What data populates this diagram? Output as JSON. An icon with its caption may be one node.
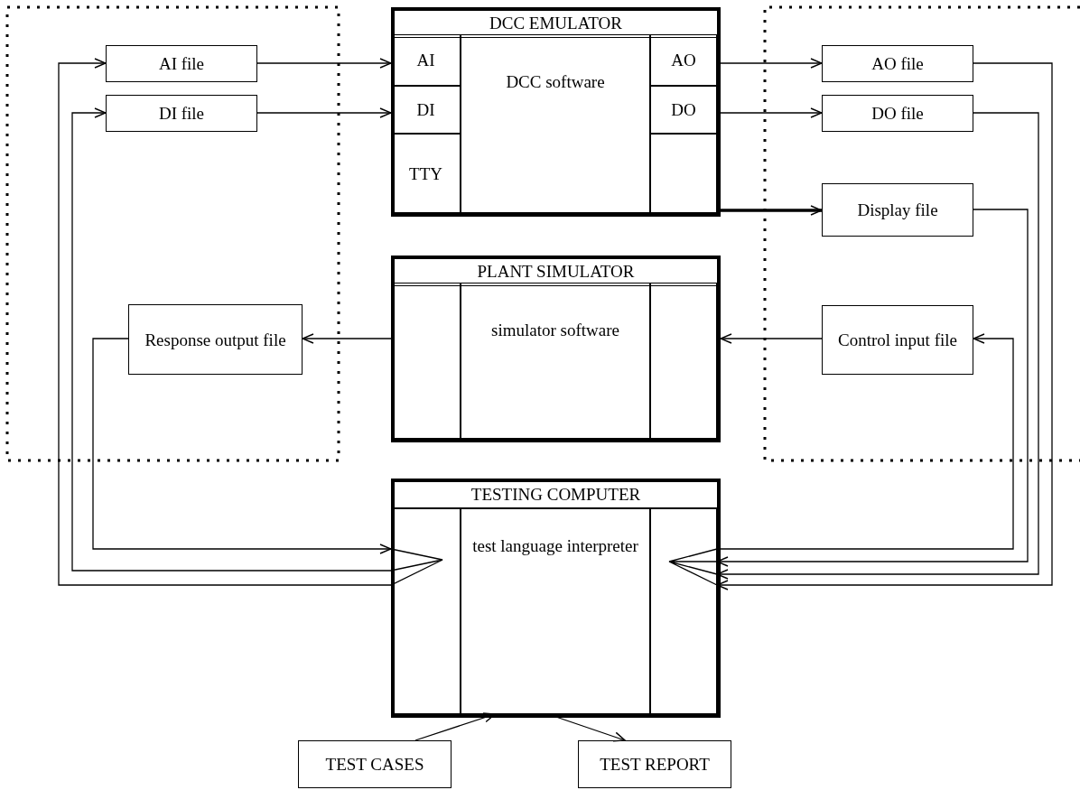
{
  "diagram": {
    "nodes": [
      {
        "text": [
          "AI file"
        ]
      },
      {
        "text": [
          "DI file"
        ]
      },
      {
        "text": [
          "DCC EMULATOR"
        ]
      },
      {
        "text": [
          "AI"
        ],
        "in": 2
      },
      {
        "text": [
          "DI"
        ],
        "in": 2
      },
      {
        "text": [
          "TTY"
        ],
        "in": 2
      },
      {
        "text": [
          "DCC software"
        ],
        "in": 2
      },
      {
        "text": [
          "AO"
        ],
        "in": 2
      },
      {
        "text": [
          "DO"
        ],
        "in": 2
      },
      {
        "text": [],
        "shape": "box",
        "in": 2
      },
      {
        "text": [
          "AO file"
        ]
      },
      {
        "text": [
          "DO file"
        ]
      },
      {
        "text": [
          "Display file"
        ]
      },
      {
        "text": [
          "PLANT SIMULATOR"
        ]
      },
      {
        "text": [],
        "shape": "box",
        "in": 13
      },
      {
        "text": [
          "simulator software"
        ],
        "in": 13
      },
      {
        "text": [],
        "shape": "box",
        "in": 13
      },
      {
        "text": [
          "Response output file"
        ]
      },
      {
        "text": [
          "Control input file"
        ]
      },
      {
        "text": [
          "TESTING COMPUTER"
        ]
      },
      {
        "text": [],
        "shape": "box",
        "in": 19
      },
      {
        "text": [
          "test language interpreter"
        ],
        "in": 19
      },
      {
        "text": [],
        "shape": "box",
        "in": 19
      },
      {
        "text": [
          "TEST CASES"
        ]
      },
      {
        "text": [
          "TEST REPORT"
        ]
      }
    ],
    "edges": [
      {
        "from": 0,
        "to": 3,
        "arrow": "to"
      },
      {
        "from": 1,
        "to": 4,
        "arrow": "to"
      },
      {
        "from": 7,
        "to": 10,
        "arrow": "to"
      },
      {
        "from": 8,
        "to": 11,
        "arrow": "to"
      },
      {
        "from": 2,
        "to": 12,
        "arrow": "to",
        "style": "thick"
      },
      {
        "from": 13,
        "to": 17,
        "arrow": "to"
      },
      {
        "from": 18,
        "to": 13,
        "arrow": "to"
      },
      {
        "from": 23,
        "to": 21,
        "arrow": "to"
      },
      {
        "from": 21,
        "to": 24,
        "arrow": "to"
      },
      {
        "from": 17,
        "to": 20,
        "arrow": "to"
      },
      {
        "from": 20,
        "to": 1,
        "arrow": "to"
      },
      {
        "from": 20,
        "to": 0,
        "arrow": "to"
      },
      {
        "from": 10,
        "to": 22,
        "arrow": "to"
      },
      {
        "from": 11,
        "to": 22,
        "arrow": "to"
      },
      {
        "from": 12,
        "to": 22,
        "arrow": "to"
      },
      {
        "from": 22,
        "to": 18,
        "arrow": "to"
      }
    ]
  }
}
